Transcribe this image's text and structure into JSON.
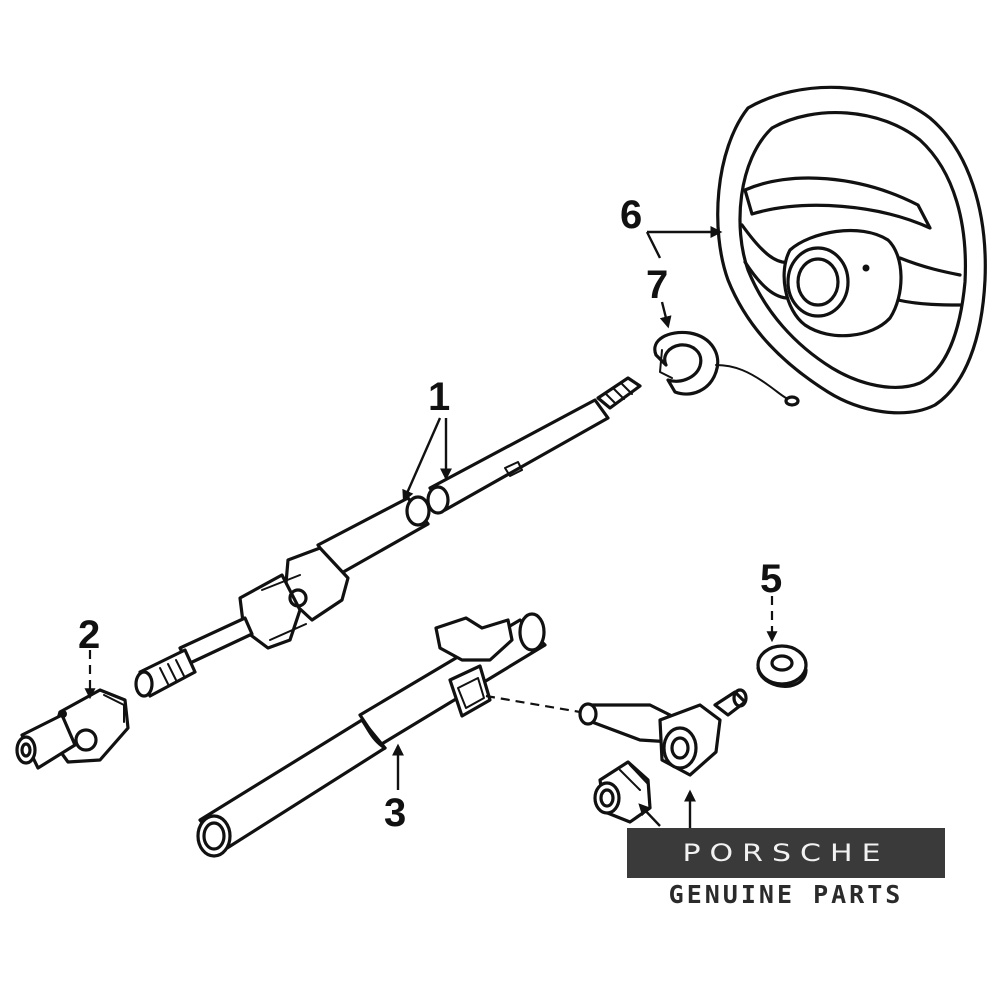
{
  "callouts": [
    {
      "id": "1",
      "part": "steering-shaft"
    },
    {
      "id": "2",
      "part": "universal-joint"
    },
    {
      "id": "3",
      "part": "steering-column-jacket"
    },
    {
      "id": "5",
      "part": "nut"
    },
    {
      "id": "6",
      "part": "steering-wheel"
    },
    {
      "id": "7",
      "part": "contact-ring"
    }
  ],
  "branding": {
    "logo_text": "PORSCHE",
    "tagline": "GENUINE PARTS",
    "logo_bg": "#3a3a3a",
    "logo_fg": "#f2f2f2"
  }
}
